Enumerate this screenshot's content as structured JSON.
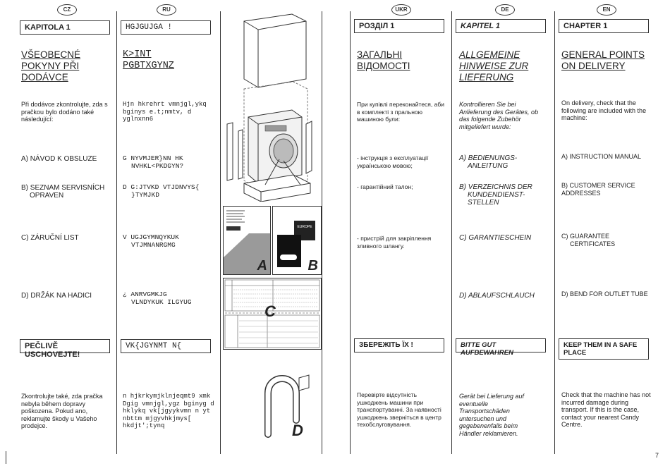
{
  "langs": [
    "CZ",
    "RU",
    "UKR",
    "DE",
    "EN"
  ],
  "cz": {
    "chapter": "KAPITOLA 1",
    "title": "VŠEOBECNÉ POKYNY PŘI DODÁVCE",
    "intro": "Při dodávce zkontrolujte, zda s pračkou bylo dodáno také následující:",
    "item_a": "A) NÁVOD K OBSLUZE",
    "item_b1": "B) SEZNAM SERVISNÍCH",
    "item_b2": "OPRAVEN",
    "item_c": "C) ZÁRUČNÍ LIST",
    "item_d": "D) DRŽÁK NA HADICI",
    "keep": "PEČLIVĚ USCHOVEJTE!",
    "outro": "Zkontrolujte také, zda pračka nebyla během dopravy poškozena. Pokud ano, reklamujte škody u Vašeho prodejce."
  },
  "ru": {
    "chapter": "HGJGUJGA !",
    "title1": "K>INT",
    "title2": "PGBTXGYNZ",
    "intro": "Hjn hkrehrt vmnjgl,ykq bginys e.t;nmtv, d yglnxnn6",
    "item_a1": "G NYVMJER}NN HK",
    "item_a2": "NVHKL<PKDGYN?",
    "item_b1": "D G:JTVKD VTJDNVYS{",
    "item_b2": "}TYMJKD",
    "item_c1": "V UGJGYMNQYKUK",
    "item_c2": "VTJMNANRGMG",
    "item_d1": "¿ ANRVGMKJG",
    "item_d2": "VLNDYKUK ILGYUG",
    "keep": "VK{JGYNMT N{",
    "outro": "n hjkrkymjklnjeqmt9 xmk Dgig vmnjgl,ygz bginyg d hklykq vk[jgyykvmn n yt nbttm mjgyvhkjmys[ hkdjt';tynq"
  },
  "ukr": {
    "chapter": "РОЗДІЛ 1",
    "title": "ЗАГАЛЬНІ ВІДОМОСТІ",
    "intro": "При купівлі переконайтеся, аби в комплекті з пральною машиною були:",
    "item_a": "- інструкція з експлуатації українською мовою;",
    "item_b": "- гарантійний талон;",
    "item_c": "- пристрій для закріплення зливного шлангу.",
    "keep": "ЗБЕРЕЖІТЬ ЇХ !",
    "outro": "Перевірте відсутність ушкоджень машини при транспортуванні. За наявності ушкоджень зверніться в центр техобслуговування."
  },
  "de": {
    "chapter": "KAPITEL 1",
    "title": "ALLGEMEINE HINWEISE ZUR LIEFERUNG",
    "intro": "Kontrollieren Sie bei Anlieferung des Gerätes, ob das folgende Zubehör mitgeliefert wurde:",
    "item_a1": "A) BEDIENUNGS-",
    "item_a2": "ANLEITUNG",
    "item_b1": "B) VERZEICHNIS DER",
    "item_b2": "KUNDENDIENST-",
    "item_b3": "STELLEN",
    "item_c": "C) GARANTIESCHEIN",
    "item_d": "D) ABLAUFSCHLAUCH",
    "keep": "BITTE GUT AUFBEWAHREN",
    "outro": "Gerät bei Lieferung auf eventuelle Transportschäden untersuchen und gegebenenfalls beim Händler reklamieren."
  },
  "en": {
    "chapter": "CHAPTER 1",
    "title": "GENERAL POINTS ON DELIVERY",
    "intro": "On delivery, check that the following are included with the machine:",
    "item_a": "A) INSTRUCTION MANUAL",
    "item_b": "B) CUSTOMER SERVICE ADDRESSES",
    "item_c1": "C) GUARANTEE",
    "item_c2": "CERTIFICATES",
    "item_d": "D) BEND FOR OUTLET TUBE",
    "keep": "KEEP THEM IN A SAFE PLACE",
    "outro": "Check that the machine has not incurred damage during transport. If this is the case, contact your nearest Candy Centre."
  },
  "figure": {
    "label_a": "A",
    "label_b": "B",
    "label_c": "C",
    "label_d": "D",
    "europe": "EUROPE"
  },
  "page_number": "7"
}
